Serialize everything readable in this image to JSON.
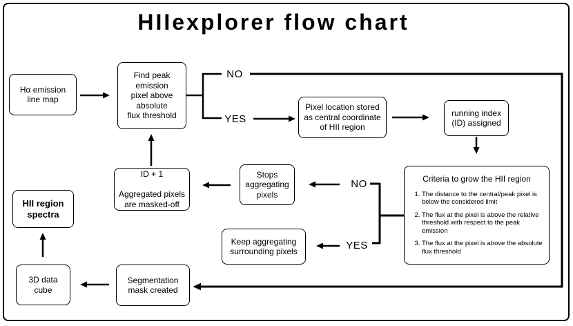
{
  "title": "HIIexplorer flow chart",
  "nodes": {
    "ha_map": {
      "label": "Hα emission\nline map"
    },
    "find_peak": {
      "label": "Find peak\nemission\npixel above\nabsolute\nflux threshold"
    },
    "pixel_location": {
      "label": "Pixel location stored\nas central coordinate\nof HII region"
    },
    "running_index": {
      "label": "running index\n(ID) assigned"
    },
    "criteria": {
      "title": "Criteria to grow the HII region",
      "items": [
        "The distance to the central/peak pixel is below the considered limit",
        "The flux at the pixel is above the relative threshold with respect to the peak emission",
        "The flux at the pixel is above the absolute flux threshold"
      ]
    },
    "stops": {
      "label": "Stops\naggregating\npixels"
    },
    "id_plus": {
      "label": "ID + 1\n\nAggregated pixels\nare masked-off"
    },
    "keep": {
      "label": "Keep aggregating\nsurrounding pixels"
    },
    "hii_spectra": {
      "label": "HII region\nspectra"
    },
    "cube": {
      "label": "3D data\ncube"
    },
    "segmentation": {
      "label": "Segmentation\nmask created"
    }
  },
  "edges": {
    "no_top": "NO",
    "yes_top": "YES",
    "no_mid": "NO",
    "yes_mid": "YES"
  },
  "colors": {
    "ink": "#000000",
    "background": "#ffffff"
  }
}
